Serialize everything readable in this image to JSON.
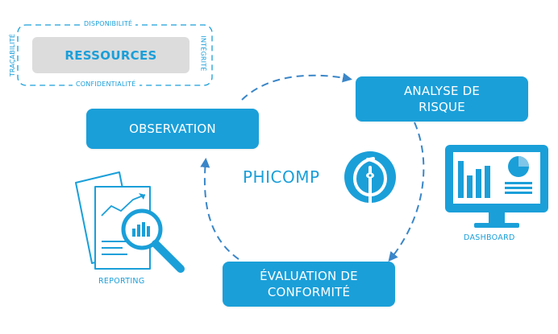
{
  "resources": {
    "label": "RESSOURCES",
    "top": "DISPONIBILITÉ",
    "bottom": "CONFIDENTIALITÉ",
    "left": "TRAÇABILITÉ",
    "right": "INTÉGRITÉ"
  },
  "nodes": {
    "observation": "OBSERVATION",
    "analyse_line1": "ANALYSE DE",
    "analyse_line2": "RISQUE",
    "evaluation_line1": "ÉVALUATION DE",
    "evaluation_line2": "CONFORMITÉ"
  },
  "center": {
    "title": "PHICOMP",
    "logo": "phi-logo-icon"
  },
  "side": {
    "dashboard": "DASHBOARD",
    "reporting": "REPORTING",
    "dashboard_icon": "monitor-chart-icon",
    "reporting_icon": "report-magnifier-icon"
  },
  "colors": {
    "accent": "#1a9fd9",
    "arrow": "#3a86c8",
    "resource_box": "#dcdcdc"
  }
}
